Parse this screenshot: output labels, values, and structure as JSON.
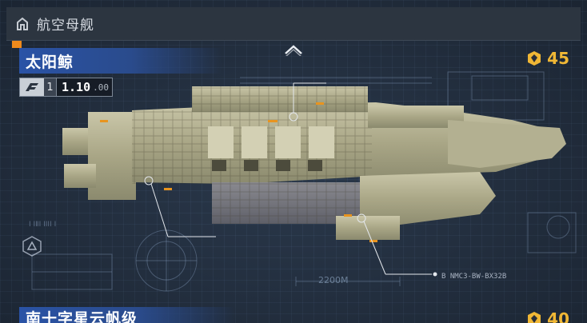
{
  "header": {
    "title": "航空母舰"
  },
  "ship": {
    "name": "太阳鲸",
    "cost": "45",
    "tier": "1",
    "version_major": "1.10",
    "version_minor": ".00",
    "scale_label": "2200M",
    "spec_label": "B NMC3-BW-BX32B"
  },
  "next_ship": {
    "name": "南十字星云帆级",
    "cost": "40"
  },
  "colors": {
    "accent_orange": "#f08a1c",
    "cost_gold": "#f0b735",
    "banner_blue": "#2a53a6",
    "hull": "#b8b494"
  }
}
